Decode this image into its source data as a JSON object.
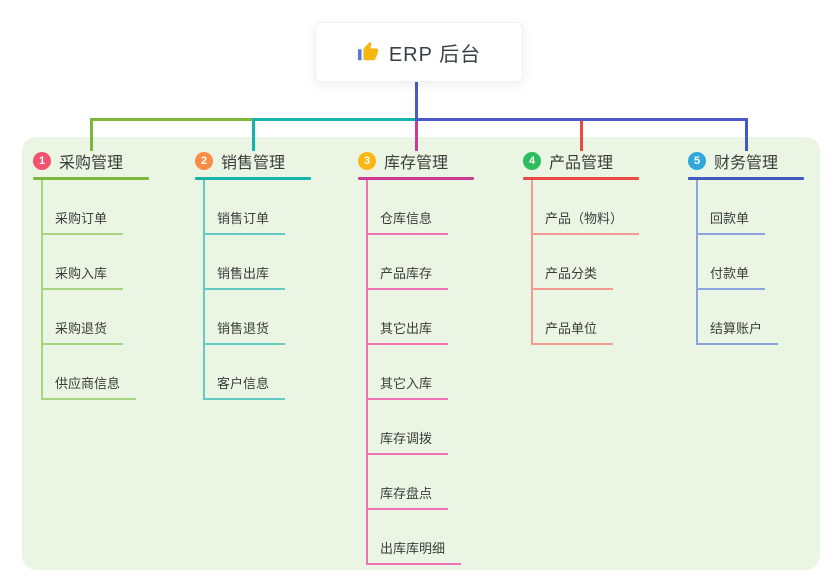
{
  "root": {
    "title": "ERP 后台",
    "icon": "thumbs-up"
  },
  "branches": [
    {
      "number": "1",
      "label": "采购管理",
      "badge_color": "#f4526e",
      "line_color": "#7db83d",
      "child_line_color": "#a9d47f",
      "children": [
        "采购订单",
        "采购入库",
        "采购退货",
        "供应商信息"
      ]
    },
    {
      "number": "2",
      "label": "销售管理",
      "badge_color": "#fa8c45",
      "line_color": "#16b3ab",
      "child_line_color": "#63c9c2",
      "children": [
        "销售订单",
        "销售出库",
        "销售退货",
        "客户信息"
      ]
    },
    {
      "number": "3",
      "label": "库存管理",
      "badge_color": "#fbb713",
      "line_color": "#cc3a94",
      "child_line_color": "#ee74b6",
      "children": [
        "仓库信息",
        "产品库存",
        "其它出库",
        "其它入库",
        "库存调拨",
        "库存盘点",
        "出库库明细"
      ]
    },
    {
      "number": "4",
      "label": "产品管理",
      "badge_color": "#2ebd5e",
      "line_color": "#ea4a42",
      "child_line_color": "#f49a90",
      "children": [
        "产品（物料）",
        "产品分类",
        "产品单位"
      ]
    },
    {
      "number": "5",
      "label": "财务管理",
      "badge_color": "#31a7dd",
      "line_color": "#3f5bc0",
      "child_line_color": "#8ba4dc",
      "children": [
        "回款单",
        "付款单",
        "结算账户"
      ]
    }
  ],
  "colors": {
    "root_connector": "#4a5ac8",
    "panel_bg": "#eaf6e3",
    "icon_gold": "#f5b60f",
    "text": "#3c3c3c"
  }
}
